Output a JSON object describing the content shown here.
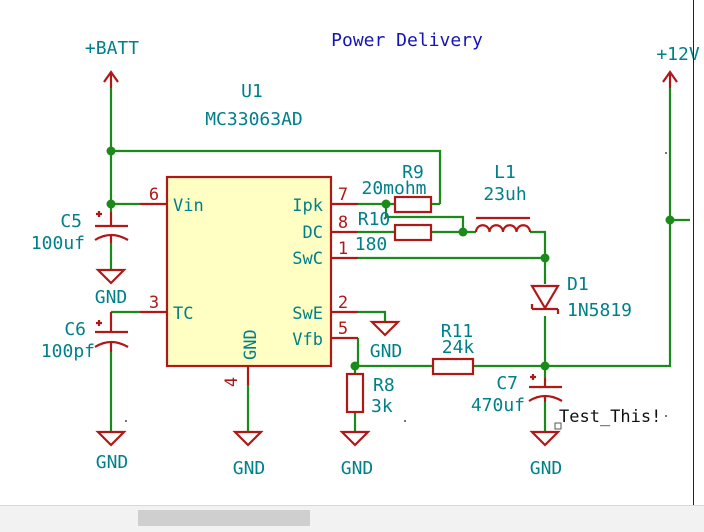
{
  "title": "Power Delivery",
  "power": {
    "batt": "+BATT",
    "v12": "+12V",
    "gnd": "GND"
  },
  "u1": {
    "ref": "U1",
    "value": "MC33063AD",
    "pins": {
      "vin": {
        "num": "6",
        "name": "Vin"
      },
      "tc": {
        "num": "3",
        "name": "TC"
      },
      "ipk": {
        "num": "7",
        "name": "Ipk"
      },
      "dc": {
        "num": "8",
        "name": "DC"
      },
      "swc": {
        "num": "1",
        "name": "SwC"
      },
      "swe": {
        "num": "2",
        "name": "SwE"
      },
      "vfb": {
        "num": "5",
        "name": "Vfb"
      },
      "gnd": {
        "num": "4",
        "name": "GND"
      }
    }
  },
  "components": {
    "r9": {
      "ref": "R9",
      "value": "20mohm"
    },
    "r10": {
      "ref": "R10",
      "value": "180"
    },
    "l1": {
      "ref": "L1",
      "value": "23uh"
    },
    "d1": {
      "ref": "D1",
      "value": "1N5819"
    },
    "r11": {
      "ref": "R11",
      "value": "24k"
    },
    "r8": {
      "ref": "R8",
      "value": "3k"
    },
    "c5": {
      "ref": "C5",
      "value": "100uf"
    },
    "c6": {
      "ref": "C6",
      "value": "100pf"
    },
    "c7": {
      "ref": "C7",
      "value": "470uf"
    }
  },
  "text_items": {
    "test_label": "Test_This!"
  },
  "colors": {
    "wire": "#1a8a1a",
    "part": "#b01818",
    "label": "#00808a",
    "title": "#1515b5",
    "body": "#ffffc4"
  }
}
